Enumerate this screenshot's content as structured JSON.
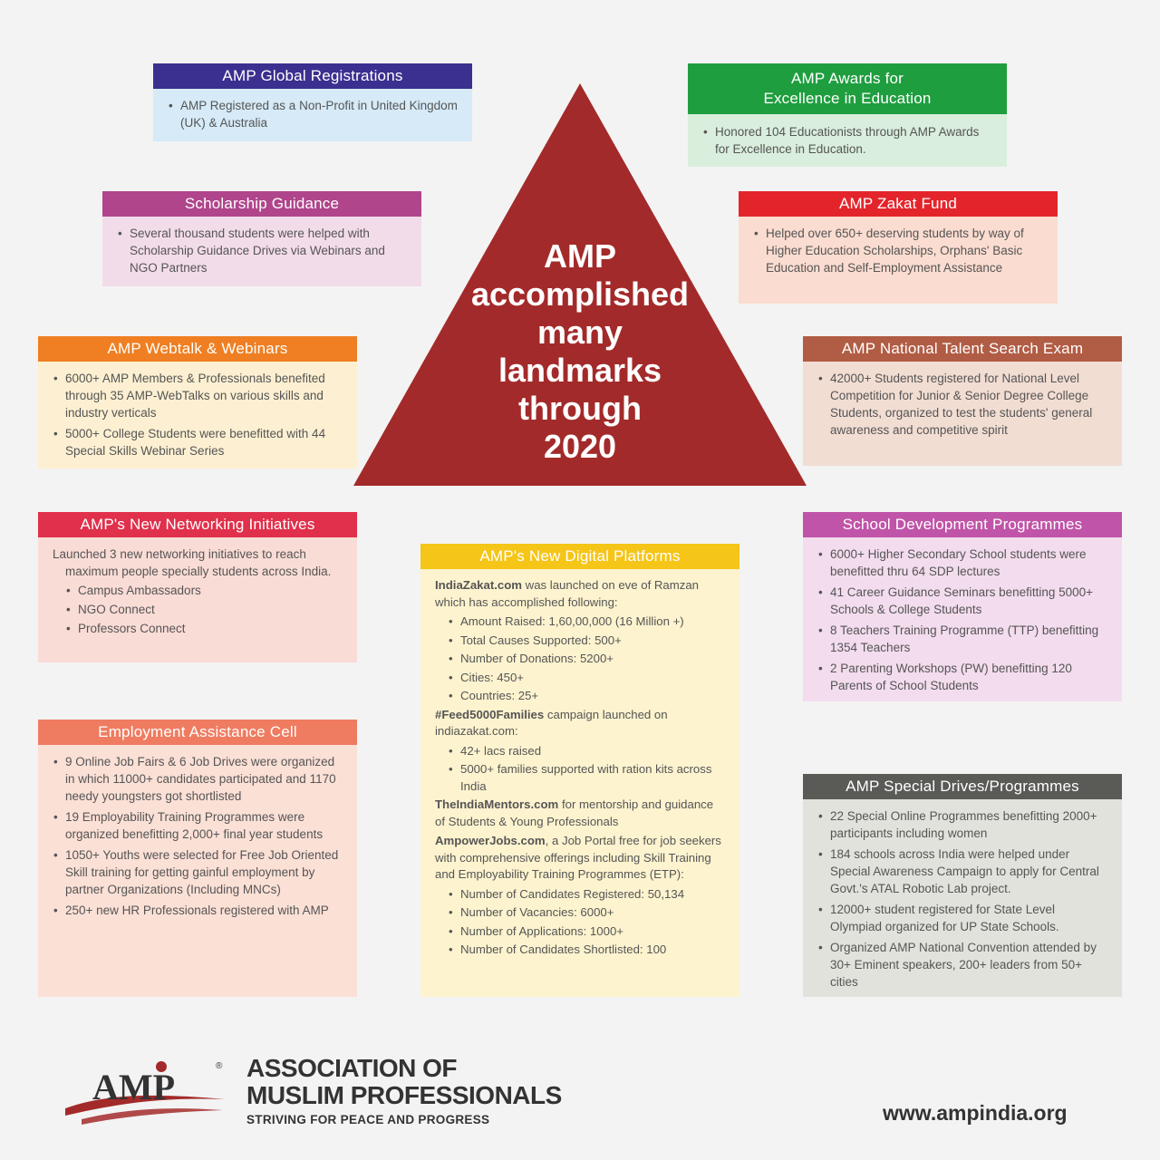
{
  "center": {
    "lines": [
      "AMP",
      "accomplished",
      "many",
      "landmarks",
      "through",
      "2020"
    ],
    "triangle_color": "#a32a2a"
  },
  "cards": {
    "global": {
      "title": "AMP Global Registrations",
      "items": [
        "AMP Registered as a Non-Profit in United Kingdom (UK) & Australia"
      ]
    },
    "awards": {
      "title_line1": "AMP Awards for",
      "title_line2": "Excellence in Education",
      "items": [
        "Honored 104 Educationists through AMP Awards for Excellence in Education."
      ]
    },
    "scholarship": {
      "title": "Scholarship Guidance",
      "items": [
        "Several thousand students were helped with Scholarship Guidance Drives via Webinars and NGO Partners"
      ]
    },
    "zakat": {
      "title": "AMP Zakat Fund",
      "items": [
        "Helped over 650+ deserving students by way of Higher Education Scholarships, Orphans' Basic Education and Self-Employment Assistance"
      ]
    },
    "webtalk": {
      "title": "AMP Webtalk & Webinars",
      "items": [
        "6000+ AMP Members & Professionals benefited through 35 AMP-WebTalks on various skills and industry verticals",
        "5000+ College Students were benefitted with 44 Special Skills Webinar Series"
      ]
    },
    "ntse": {
      "title": "AMP National Talent Search Exam",
      "items": [
        "42000+ Students registered for National Level Competition for Junior & Senior Degree College Students, organized to test the students' general awareness and competitive spirit"
      ]
    },
    "networking": {
      "title": "AMP's New Networking Initiatives",
      "intro": "Launched 3 new networking initiatives to reach maximum people specially students across India.",
      "items": [
        "Campus Ambassadors",
        "NGO Connect",
        "Professors Connect"
      ]
    },
    "school": {
      "title": "School Development Programmes",
      "items": [
        "6000+ Higher Secondary School students were benefitted thru 64 SDP lectures",
        "41 Career Guidance Seminars benefitting 5000+ Schools & College Students",
        "8 Teachers Training Programme (TTP) benefitting 1354 Teachers",
        "2 Parenting Workshops (PW) benefitting 120 Parents of School Students"
      ]
    },
    "digital": {
      "title": "AMP's New Digital Platforms",
      "p1_bold": "IndiaZakat.com",
      "p1_rest": " was launched on eve of Ramzan which has accomplished following:",
      "p1_items": [
        "Amount Raised: 1,60,00,000 (16 Million +)",
        "Total Causes Supported: 500+",
        "Number of Donations: 5200+",
        "Cities: 450+",
        "Countries: 25+"
      ],
      "p2_bold": "#Feed5000Families",
      "p2_rest": " campaign launched on indiazakat.com:",
      "p2_items": [
        "42+ lacs raised",
        "5000+ families supported with ration kits across India"
      ],
      "p3_bold": "TheIndiaMentors.com",
      "p3_rest": " for mentorship and guidance of Students & Young Professionals",
      "p4_bold": "AmpowerJobs.com",
      "p4_rest": ", a Job Portal free for job seekers with comprehensive offerings including Skill Training and Employability Training Programmes (ETP):",
      "p4_items": [
        "Number of Candidates Registered: 50,134",
        "Number of Vacancies: 6000+",
        "Number of Applications: 1000+",
        "Number of Candidates Shortlisted: 100"
      ]
    },
    "employment": {
      "title": "Employment Assistance Cell",
      "items": [
        "9 Online Job Fairs & 6 Job Drives were organized in which 11000+ candidates participated and 1170 needy youngsters got shortlisted",
        "19 Employability Training Programmes were organized benefitting 2,000+ final year students",
        "1050+ Youths were selected for Free Job Oriented Skill training for getting gainful employment by partner Organizations (Including MNCs)",
        "250+ new HR Professionals registered with AMP"
      ]
    },
    "special": {
      "title": "AMP Special Drives/Programmes",
      "items": [
        "22 Special Online Programmes benefitting 2000+ participants including women",
        "184 schools across India were helped under Special Awareness Campaign to apply for Central Govt.'s ATAL Robotic Lab project.",
        "12000+ student registered for State Level Olympiad organized for UP State Schools.",
        "Organized AMP National Convention attended by 30+ Eminent speakers, 200+ leaders from 50+ cities"
      ]
    }
  },
  "footer": {
    "logo_text": "AMP",
    "registered": "®",
    "org_line1": "ASSOCIATION OF",
    "org_line2": "MUSLIM PROFESSIONALS",
    "tagline": "STRIVING FOR PEACE AND PROGRESS",
    "website": "www.ampindia.org"
  },
  "colors": {
    "global": [
      "#3b2f8f",
      "#d6eaf7"
    ],
    "awards": [
      "#1f9e3f",
      "#d9eedc"
    ],
    "scholarship": [
      "#b0458c",
      "#f3dcea"
    ],
    "zakat": [
      "#e3252b",
      "#fbdcd0"
    ],
    "webtalk": [
      "#ef7f22",
      "#fdf0d2"
    ],
    "ntse": [
      "#b15c44",
      "#f2ddd3"
    ],
    "networking": [
      "#e0304b",
      "#fadcd6"
    ],
    "school": [
      "#c054a8",
      "#f3dcee"
    ],
    "digital": [
      "#f5c518",
      "#fdf3cf"
    ],
    "employment": [
      "#ef7c61",
      "#fbe0d6"
    ],
    "special": [
      "#5a5a57",
      "#e2e2dc"
    ]
  }
}
